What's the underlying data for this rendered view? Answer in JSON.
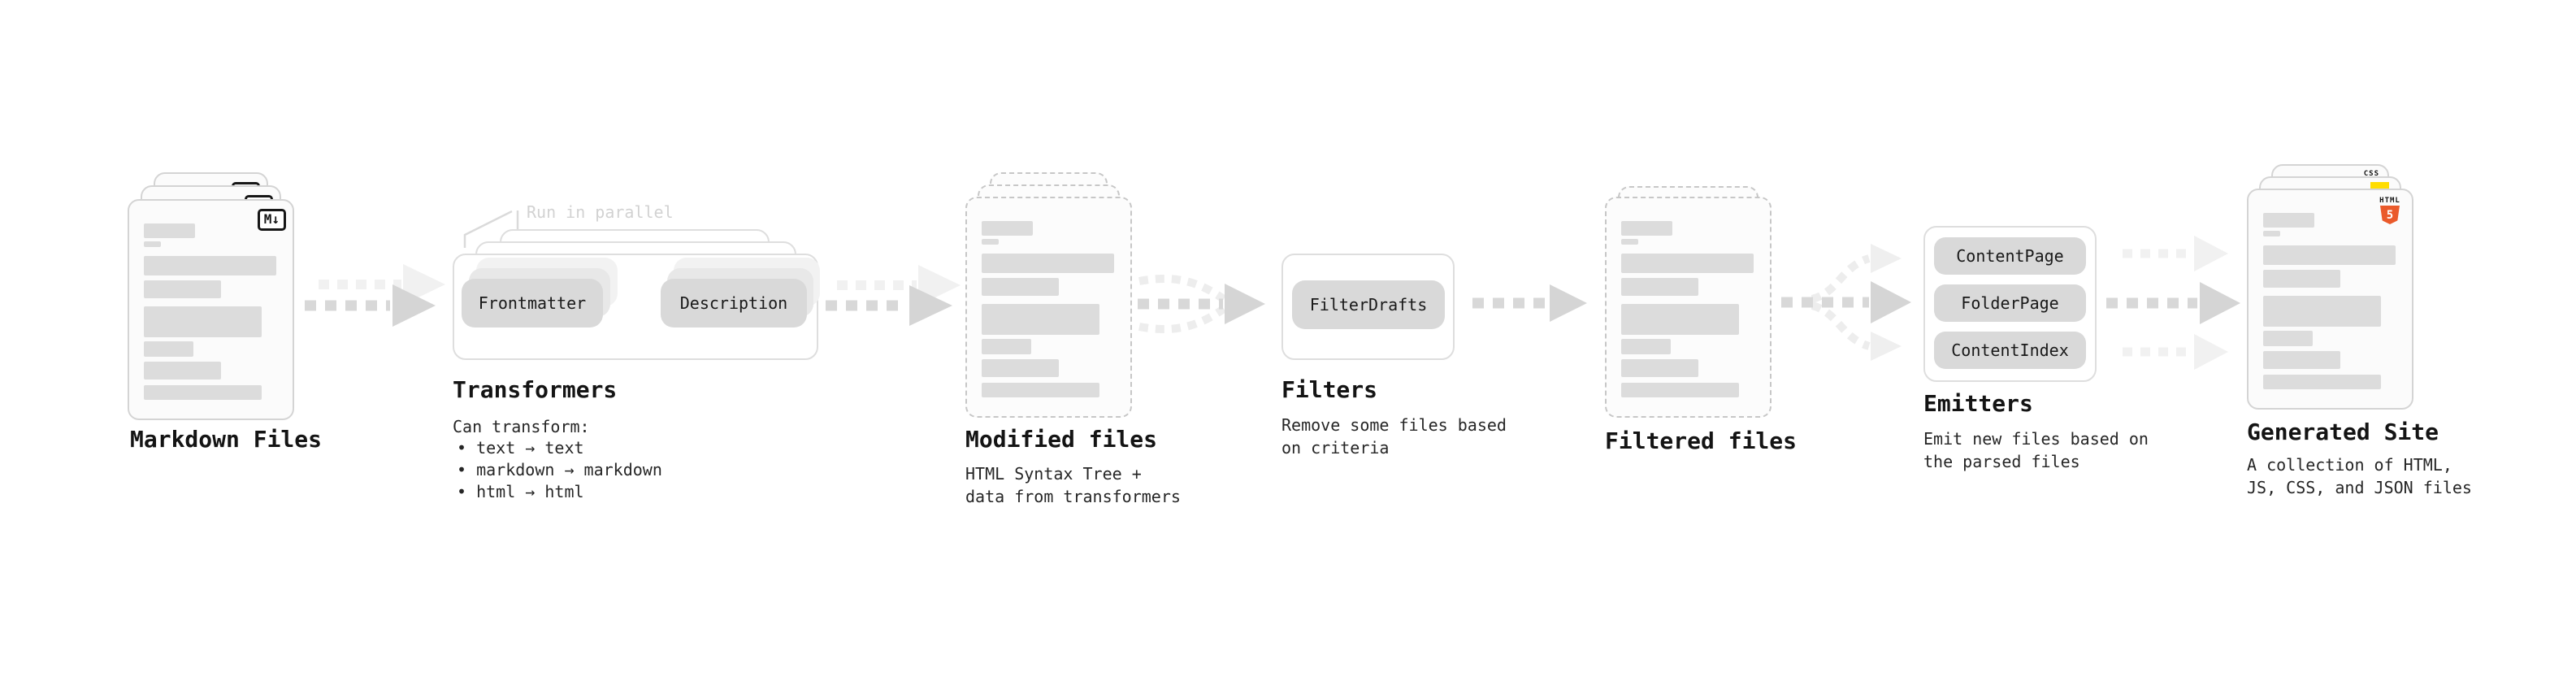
{
  "stages": {
    "markdown": {
      "title": "Markdown Files",
      "badge": "M↓"
    },
    "transformers": {
      "title": "Transformers",
      "note": "Run in parallel",
      "pill_left": "Frontmatter",
      "pill_right": "Description",
      "desc_heading": "Can transform:",
      "bullets": [
        "• text → text",
        "• markdown → markdown",
        "• html → html"
      ]
    },
    "modified": {
      "title": "Modified files",
      "desc_lines": [
        "HTML Syntax Tree +",
        "data from transformers"
      ]
    },
    "filters": {
      "title": "Filters",
      "pill": "FilterDrafts",
      "desc_lines": [
        "Remove some files based",
        "on criteria"
      ]
    },
    "filtered": {
      "title": "Filtered files"
    },
    "emitters": {
      "title": "Emitters",
      "pills": [
        "ContentPage",
        "FolderPage",
        "ContentIndex"
      ],
      "desc_lines": [
        "Emit new files based on",
        "the parsed files"
      ]
    },
    "generated": {
      "title": "Generated Site",
      "desc_lines": [
        "A collection of HTML,",
        "JS, CSS, and JSON files"
      ],
      "badge_css": "CSS",
      "badge_html_word": "HTML",
      "badge_html_number": "5"
    }
  },
  "colors": {
    "arrow_dark": "#d8d8d8",
    "arrow_light": "#f0f0f0",
    "accent_html5": "#ea5a2b",
    "accent_css_blue": "#2761e8",
    "accent_js_yellow": "#ffdd00"
  }
}
